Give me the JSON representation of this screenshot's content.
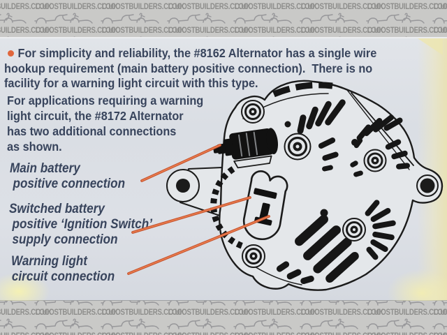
{
  "watermark": {
    "text": "LOCOSTBUILDERS.CO.UK",
    "logo_icon": "locost-car-sketch"
  },
  "content": {
    "para1": {
      "bullet_icon": "orange-dot",
      "lines": [
        "For simplicity and reliability, the #8162 Alternator has a single wire",
        "hookup requirement (main battery positive connection).  There is no",
        "facility for a warning light circuit with this type."
      ]
    },
    "para2": {
      "lines": [
        "For applications requiring a warning",
        "light circuit, the #8172 Alternator",
        "has two additional connections",
        "as shown."
      ]
    },
    "callouts": [
      {
        "id": "main-battery-positive",
        "lines": [
          "Main battery",
          "positive connection"
        ]
      },
      {
        "id": "switched-battery-positive",
        "lines": [
          "Switched battery",
          "positive ‘Ignition Switch’",
          "supply connection"
        ]
      },
      {
        "id": "warning-light-circuit",
        "lines": [
          "Warning light",
          "circuit connection"
        ]
      }
    ],
    "diagram": {
      "name": "alternator-rear-view-line-drawing"
    }
  },
  "colors": {
    "ink_navy": "#38445c",
    "accent_orange": "#d5613a",
    "paper": "#dde0e6",
    "watermark_bg": "#c9c9c7",
    "watermark_ink": "#8e8e8c",
    "diagram_ink": "#1b1b1b",
    "scan_yellow": "#eee7ba"
  }
}
